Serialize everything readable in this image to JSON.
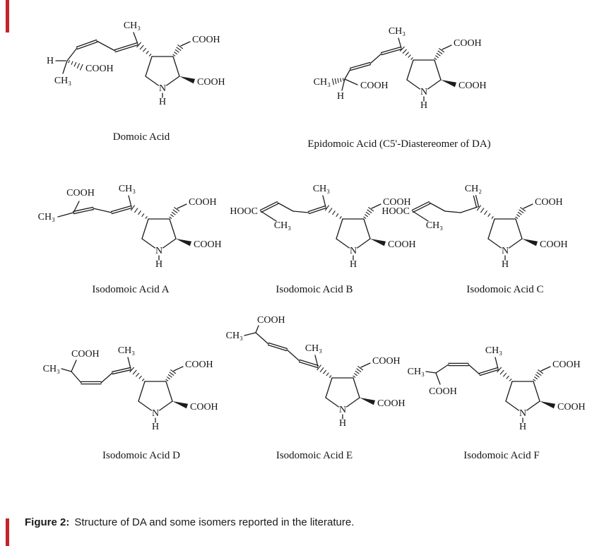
{
  "page": {
    "background": "#ffffff",
    "bond_color": "#1c1c1c",
    "margin_mark_color": "#c42329"
  },
  "figure": {
    "label": "Figure 2:",
    "caption": "Structure of DA and some isomers reported in the literature."
  },
  "structures": [
    {
      "name": "Domoic Acid",
      "atoms": [
        "CH₃",
        "H",
        "COOH",
        "CH₃",
        "COOH",
        "COOH",
        "N",
        "H"
      ]
    },
    {
      "name": "Epidomoic Acid (C5'-Diastereomer of DA)",
      "atoms": [
        "CH₃",
        "CH₃",
        "COOH",
        "H",
        "COOH",
        "COOH",
        "N",
        "H"
      ]
    },
    {
      "name": "Isodomoic Acid A",
      "atoms": [
        "CH₃",
        "COOH",
        "CH₃",
        "COOH",
        "COOH",
        "N",
        "H"
      ]
    },
    {
      "name": "Isodomoic Acid B",
      "atoms": [
        "CH₃",
        "HOOC",
        "CH₃",
        "COOH",
        "COOH",
        "N",
        "H"
      ]
    },
    {
      "name": "Isodomoic Acid C",
      "atoms": [
        "CH₂",
        "HOOC",
        "CH₃",
        "COOH",
        "COOH",
        "N",
        "H"
      ]
    },
    {
      "name": "Isodomoic Acid D",
      "atoms": [
        "COOH",
        "CH₃",
        "CH₃",
        "COOH",
        "COOH",
        "N",
        "H"
      ]
    },
    {
      "name": "Isodomoic Acid E",
      "atoms": [
        "COOH",
        "CH₃",
        "CH₃",
        "COOH",
        "COOH",
        "N",
        "H"
      ]
    },
    {
      "name": "Isodomoic Acid F",
      "atoms": [
        "CH₃",
        "COOH",
        "CH₃",
        "COOH",
        "COOH",
        "N",
        "H"
      ]
    }
  ]
}
